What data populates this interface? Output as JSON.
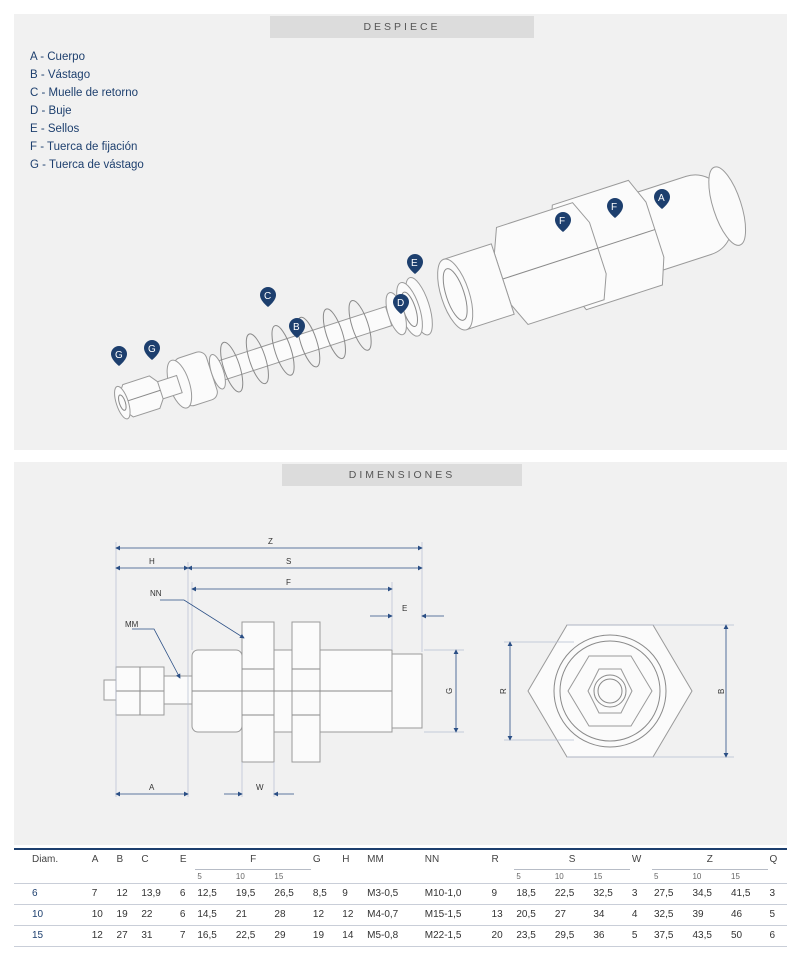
{
  "despiece": {
    "title": "DESPIECE",
    "legend": [
      "A - Cuerpo",
      "B - Vástago",
      "C - Muelle de retorno",
      "D - Buje",
      "E - Sellos",
      "F - Tuerca de fijación",
      "G - Tuerca de vástago"
    ],
    "pins": [
      "A",
      "F",
      "F",
      "E",
      "D",
      "C",
      "B",
      "G",
      "G"
    ]
  },
  "dimensiones": {
    "title": "DIMENSIONES",
    "labels": {
      "Z": "Z",
      "H": "H",
      "S": "S",
      "F": "F",
      "E": "E",
      "NN": "NN",
      "MM": "MM",
      "G": "G",
      "A": "A",
      "W": "W",
      "R": "R",
      "B": "B"
    }
  },
  "table": {
    "headers": [
      "Diam.",
      "A",
      "B",
      "C",
      "E",
      "F",
      "G",
      "H",
      "MM",
      "NN",
      "R",
      "S",
      "W",
      "Z",
      "Q"
    ],
    "strokes": [
      "5",
      "10",
      "15"
    ],
    "rows": [
      {
        "diam": "6",
        "A": "7",
        "B": "12",
        "C": "13,9",
        "E": "6",
        "F": [
          "12,5",
          "19,5",
          "26,5"
        ],
        "G": "8,5",
        "H": "9",
        "MM": "M3-0,5",
        "NN": "M10-1,0",
        "R": "9",
        "S": [
          "18,5",
          "22,5",
          "32,5"
        ],
        "W": "3",
        "Z": [
          "27,5",
          "34,5",
          "41,5"
        ],
        "Q": "3"
      },
      {
        "diam": "10",
        "A": "10",
        "B": "19",
        "C": "22",
        "E": "6",
        "F": [
          "14,5",
          "21",
          "28"
        ],
        "G": "12",
        "H": "12",
        "MM": "M4-0,7",
        "NN": "M15-1,5",
        "R": "13",
        "S": [
          "20,5",
          "27",
          "34"
        ],
        "W": "4",
        "Z": [
          "32,5",
          "39",
          "46"
        ],
        "Q": "5"
      },
      {
        "diam": "15",
        "A": "12",
        "B": "27",
        "C": "31",
        "E": "7",
        "F": [
          "16,5",
          "22,5",
          "29"
        ],
        "G": "19",
        "H": "14",
        "MM": "M5-0,8",
        "NN": "M22-1,5",
        "R": "20",
        "S": [
          "23,5",
          "29,5",
          "36"
        ],
        "W": "5",
        "Z": [
          "37,5",
          "43,5",
          "50"
        ],
        "Q": "6"
      }
    ]
  },
  "colors": {
    "accent": "#1d3f6e",
    "panel": "#f1f1f1",
    "title_bar": "#dcdcdc"
  }
}
